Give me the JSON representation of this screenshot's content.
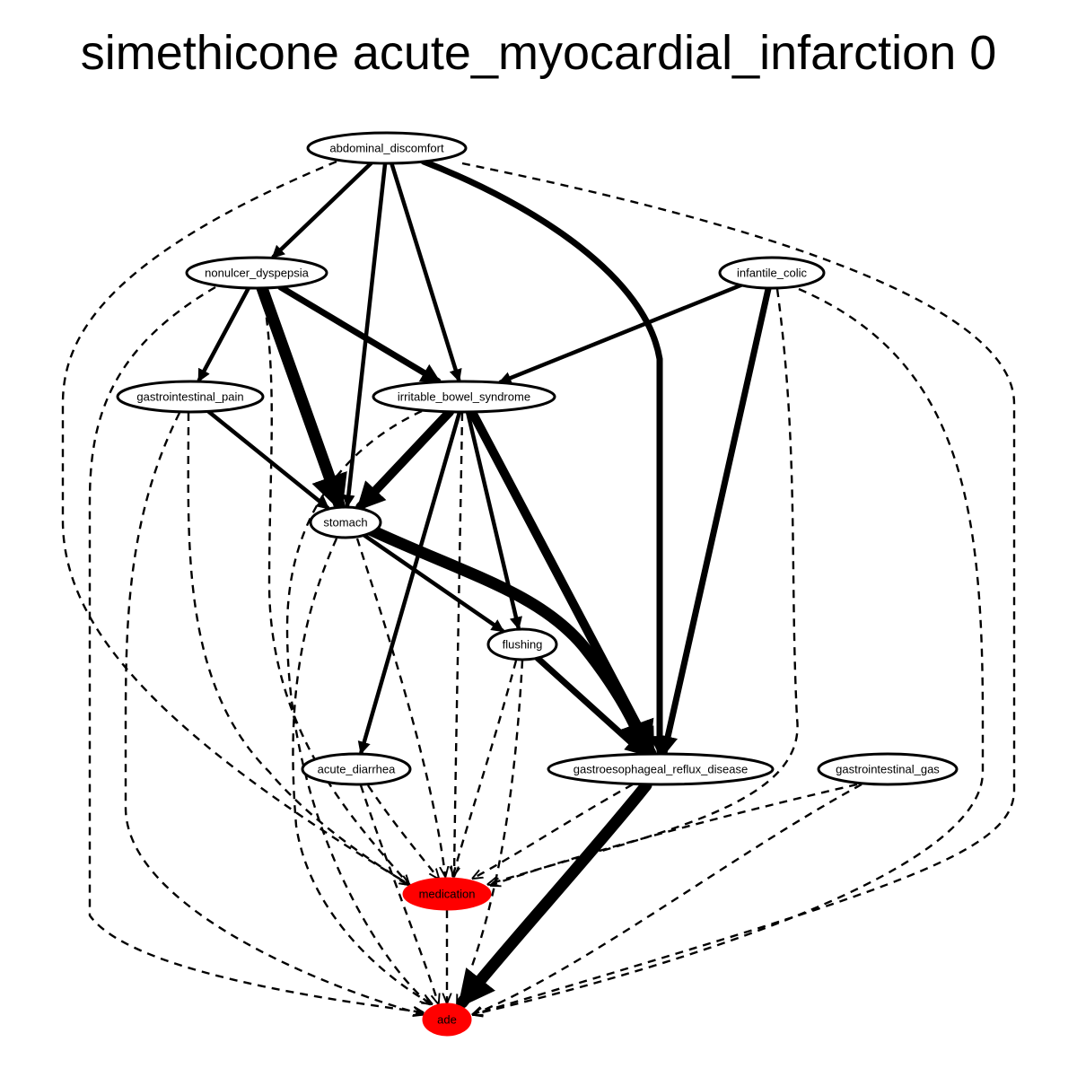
{
  "title": "simethicone acute_myocardial_infarction 0",
  "colors": {
    "highlight": "#ff0000",
    "default": "#ffffff",
    "stroke": "#000000"
  },
  "nodes": [
    {
      "id": "abdominal_discomfort",
      "label": "abdominal_discomfort",
      "highlight": false
    },
    {
      "id": "nonulcer_dyspepsia",
      "label": "nonulcer_dyspepsia",
      "highlight": false
    },
    {
      "id": "infantile_colic",
      "label": "infantile_colic",
      "highlight": false
    },
    {
      "id": "gastrointestinal_pain",
      "label": "gastrointestinal_pain",
      "highlight": false
    },
    {
      "id": "irritable_bowel_syndrome",
      "label": "irritable_bowel_syndrome",
      "highlight": false
    },
    {
      "id": "stomach",
      "label": "stomach",
      "highlight": false
    },
    {
      "id": "flushing",
      "label": "flushing",
      "highlight": false
    },
    {
      "id": "acute_diarrhea",
      "label": "acute_diarrhea",
      "highlight": false
    },
    {
      "id": "gastroesophageal_reflux_disease",
      "label": "gastroesophageal_reflux_disease",
      "highlight": false
    },
    {
      "id": "gastrointestinal_gas",
      "label": "gastrointestinal_gas",
      "highlight": false
    },
    {
      "id": "medication",
      "label": "medication",
      "highlight": true
    },
    {
      "id": "ade",
      "label": "ade",
      "highlight": true
    }
  ],
  "edges": [
    {
      "from": "abdominal_discomfort",
      "to": "nonulcer_dyspepsia",
      "style": "solid",
      "weight": 1
    },
    {
      "from": "abdominal_discomfort",
      "to": "stomach",
      "style": "solid",
      "weight": 1
    },
    {
      "from": "abdominal_discomfort",
      "to": "irritable_bowel_syndrome",
      "style": "solid",
      "weight": 1
    },
    {
      "from": "abdominal_discomfort",
      "to": "gastroesophageal_reflux_disease",
      "style": "solid",
      "weight": 2
    },
    {
      "from": "abdominal_discomfort",
      "to": "medication",
      "style": "dashed",
      "weight": 0
    },
    {
      "from": "abdominal_discomfort",
      "to": "ade",
      "style": "dashed",
      "weight": 0
    },
    {
      "from": "nonulcer_dyspepsia",
      "to": "gastrointestinal_pain",
      "style": "solid",
      "weight": 1
    },
    {
      "from": "nonulcer_dyspepsia",
      "to": "stomach",
      "style": "solid",
      "weight": 4
    },
    {
      "from": "nonulcer_dyspepsia",
      "to": "irritable_bowel_syndrome",
      "style": "solid",
      "weight": 2
    },
    {
      "from": "nonulcer_dyspepsia",
      "to": "medication",
      "style": "dashed",
      "weight": 0
    },
    {
      "from": "nonulcer_dyspepsia",
      "to": "ade",
      "style": "dashed",
      "weight": 0
    },
    {
      "from": "infantile_colic",
      "to": "irritable_bowel_syndrome",
      "style": "solid",
      "weight": 1
    },
    {
      "from": "infantile_colic",
      "to": "gastroesophageal_reflux_disease",
      "style": "solid",
      "weight": 2
    },
    {
      "from": "infantile_colic",
      "to": "medication",
      "style": "dashed",
      "weight": 0
    },
    {
      "from": "infantile_colic",
      "to": "ade",
      "style": "dashed",
      "weight": 0
    },
    {
      "from": "gastrointestinal_pain",
      "to": "stomach",
      "style": "solid",
      "weight": 1
    },
    {
      "from": "gastrointestinal_pain",
      "to": "medication",
      "style": "dashed",
      "weight": 0
    },
    {
      "from": "gastrointestinal_pain",
      "to": "ade",
      "style": "dashed",
      "weight": 0
    },
    {
      "from": "irritable_bowel_syndrome",
      "to": "stomach",
      "style": "solid",
      "weight": 3
    },
    {
      "from": "irritable_bowel_syndrome",
      "to": "flushing",
      "style": "solid",
      "weight": 1
    },
    {
      "from": "irritable_bowel_syndrome",
      "to": "acute_diarrhea",
      "style": "solid",
      "weight": 1
    },
    {
      "from": "irritable_bowel_syndrome",
      "to": "gastroesophageal_reflux_disease",
      "style": "solid",
      "weight": 3
    },
    {
      "from": "irritable_bowel_syndrome",
      "to": "medication",
      "style": "dashed",
      "weight": 0
    },
    {
      "from": "irritable_bowel_syndrome",
      "to": "ade",
      "style": "dashed",
      "weight": 0
    },
    {
      "from": "stomach",
      "to": "flushing",
      "style": "solid",
      "weight": 1
    },
    {
      "from": "stomach",
      "to": "gastroesophageal_reflux_disease",
      "style": "solid",
      "weight": 4
    },
    {
      "from": "stomach",
      "to": "medication",
      "style": "dashed",
      "weight": 0
    },
    {
      "from": "stomach",
      "to": "ade",
      "style": "dashed",
      "weight": 0
    },
    {
      "from": "flushing",
      "to": "gastroesophageal_reflux_disease",
      "style": "solid",
      "weight": 2
    },
    {
      "from": "flushing",
      "to": "medication",
      "style": "dashed",
      "weight": 0
    },
    {
      "from": "flushing",
      "to": "ade",
      "style": "dashed",
      "weight": 0
    },
    {
      "from": "acute_diarrhea",
      "to": "medication",
      "style": "dashed",
      "weight": 0
    },
    {
      "from": "acute_diarrhea",
      "to": "ade",
      "style": "dashed",
      "weight": 0
    },
    {
      "from": "gastroesophageal_reflux_disease",
      "to": "medication",
      "style": "dashed",
      "weight": 0
    },
    {
      "from": "gastroesophageal_reflux_disease",
      "to": "ade",
      "style": "solid",
      "weight": 4
    },
    {
      "from": "gastrointestinal_gas",
      "to": "medication",
      "style": "dashed",
      "weight": 0
    },
    {
      "from": "gastrointestinal_gas",
      "to": "ade",
      "style": "dashed",
      "weight": 0
    },
    {
      "from": "medication",
      "to": "ade",
      "style": "dashed",
      "weight": 0
    }
  ]
}
